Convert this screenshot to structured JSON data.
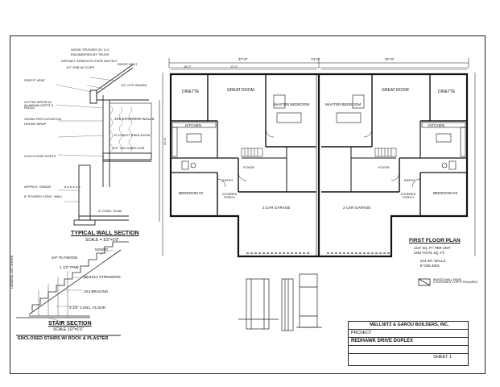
{
  "sheet": {
    "wall_section": {
      "title": "TYPICAL WALL SECTION",
      "scale": "SCALE = 1/2\"=1'0\"",
      "callouts": [
        "WOOD TRUSSES 24\" O.C.",
        "ENGINEERED BY TRUSS",
        "ASPHALT SHINGLES OVER 15# FELT",
        "1/2\" OSB W/ CLIPS",
        "RIDGE VENT",
        "SOFFIT VENT",
        "GUTTER APRON W/ ALUMINUM SOFFIT & FASCIA",
        "1/2\" GYP. BOARD",
        "2X6 EXTERIOR WALLS",
        "R-19 BATT INSULATION",
        "SIDING PER ELEVATION",
        "HOUSE WRAP",
        "3/4\" T&G SUBFLOOR",
        "2X10 FLOOR JOISTS",
        "APPROX. GRADE",
        "8\" POURED CONC. WALL",
        "4\" CONC. SLAB"
      ]
    },
    "stair_section": {
      "title": "STAIR SECTION",
      "scale": "SCALE 1/2\"=1'0\"",
      "subtitle": "ENCLOSED STAIRS W/ ROCK & PLASTER",
      "callouts": [
        "NOSING",
        "3/4\" PLYWOOD",
        "1 1/2\" PINE",
        "(3) 2X12 STRINGERS",
        "2X4 BRACING",
        "3 1/2\" CONC. FLOOR"
      ],
      "side_label": "HANDRAIL NOT SHOWN"
    },
    "floor_plan": {
      "title": "FIRST FLOOR PLAN",
      "areas": [
        "1247 SQ. FT. PER UNIT",
        "2494 TOTAL SQ. FT."
      ],
      "notes": [
        "2X4 INT. WALLS",
        "8' CEILINGS"
      ],
      "rooms_left": [
        "DINETTE",
        "GREAT ROOM",
        "KITCHEN",
        "MASTER BEDROOM",
        "BEDROOM #2",
        "FOYER",
        "ENTRY",
        "COVERED PORCH",
        "2 CAR GARAGE"
      ],
      "rooms_right": [
        "DINETTE",
        "GREAT ROOM",
        "KITCHEN",
        "MASTER BEDROOM",
        "BEDROOM #2",
        "FOYER",
        "ENTRY",
        "COVERED PORCH",
        "2 CAR GARAGE"
      ],
      "dimensions": [
        "74'-0\"",
        "37'-0\"",
        "37'-0\"",
        "16'-0\"",
        "12'-0\"",
        "24'-0\""
      ],
      "braced_note": "BRACED WALL PANEL LOCATIONS & TYPE IF REQUIRED"
    },
    "title_block": {
      "company": "MELLNITZ & GAROU BUILDERS, INC.",
      "label": "PROJECT",
      "project": "REDHAWK DRIVE DUPLEX",
      "sheet": "SHEET 1"
    }
  }
}
